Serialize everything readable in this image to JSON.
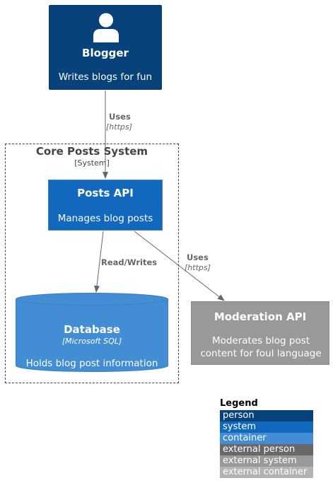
{
  "person": {
    "name": "Blogger",
    "description": "Writes blogs for fun",
    "icon": "person-icon",
    "color": "#08427B"
  },
  "system_boundary": {
    "name": "Core Posts System",
    "tag": "[System]"
  },
  "container": {
    "name": "Posts API",
    "description": "Manages blog posts",
    "color": "#1168BD"
  },
  "database": {
    "name": "Database",
    "technology": "[Microsoft SQL]",
    "description": "Holds blog post information",
    "color": "#438DD5"
  },
  "external_system": {
    "name": "Moderation API",
    "description_line1": "Moderates blog post",
    "description_line2": "content for foul language",
    "color": "#999999"
  },
  "relationships": {
    "blogger_to_api": {
      "label": "Uses",
      "technology": "[https]"
    },
    "api_to_db": {
      "label": "Read/Writes"
    },
    "api_to_moderation": {
      "label": "Uses",
      "technology": "[https]"
    }
  },
  "legend": {
    "title": "Legend",
    "items": [
      {
        "label": "person",
        "color": "#08427B"
      },
      {
        "label": "system",
        "color": "#1168BD"
      },
      {
        "label": "container",
        "color": "#438DD5"
      },
      {
        "label": "external person",
        "color": "#686868"
      },
      {
        "label": "external system",
        "color": "#999999"
      },
      {
        "label": "external container",
        "color": "#B3B3B3"
      }
    ]
  }
}
